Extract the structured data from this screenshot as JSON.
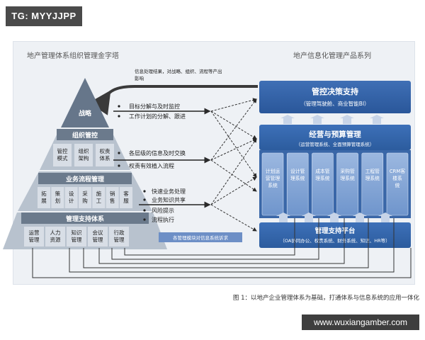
{
  "tag": "TG: MYYJJPP",
  "left_title": "地产管理体系组织管理金字塔",
  "right_title": "地产信息化管理产品系列",
  "feedback_note_line1": "信息处理结果，对战略、组织、流程等产出",
  "feedback_note_line2": "影响",
  "pyramid": {
    "strategy": "战略",
    "org": "组织管控",
    "org_items": [
      "管控\n模式",
      "组织\n架构",
      "权责\n体系"
    ],
    "process": "业务流程管理",
    "process_items": [
      "拓\n展",
      "策\n划",
      "设\n计",
      "采\n购",
      "施\n工",
      "销\n售",
      "客\n服"
    ],
    "support": "管理支持体系",
    "support_items": [
      "运营\n管理",
      "人力\n资源",
      "知识\n管理",
      "会议\n管理",
      "行政\n管理"
    ]
  },
  "middle": {
    "group1": [
      "目标分解与及时监控",
      "工作计划的分解、跟进"
    ],
    "group2": [
      "各层级的信息及时交换",
      "权责有效植入流程"
    ],
    "group3": [
      "快速业务处理",
      "业务知识共享",
      "风险提示",
      "流程执行"
    ],
    "module_note": "各管理模块对信息系统诉求"
  },
  "right": {
    "decision_title": "管控决策支持",
    "decision_sub": "（管理驾驶舱、商业智能BI）",
    "ops_title": "经营与预算管理",
    "ops_sub": "（运营管理系统、全面预算管理系统）",
    "modules": [
      "计划运\n营管理\n系统",
      "设计管\n理系统",
      "成本管\n理系统",
      "采购管\n理系统",
      "工程管\n理系统",
      "CRM客\n楼系\n统"
    ],
    "platform_title": "管理支持平台",
    "platform_sub": "（OA协同办公、权责系统、财务系统、知识、HR等）"
  },
  "caption": "图 1：以地产企业管理体系为基础，打通体系与信息系统的应用一体化",
  "watermark": "www.wuxiangamber.com",
  "colors": {
    "pyramid_dark": "#5e6e80",
    "pyramid_light": "#a9b5c3",
    "blue_dark": "#2c5c9e",
    "blue_mid": "#4c7fc4",
    "blue_light": "#89aad8"
  }
}
